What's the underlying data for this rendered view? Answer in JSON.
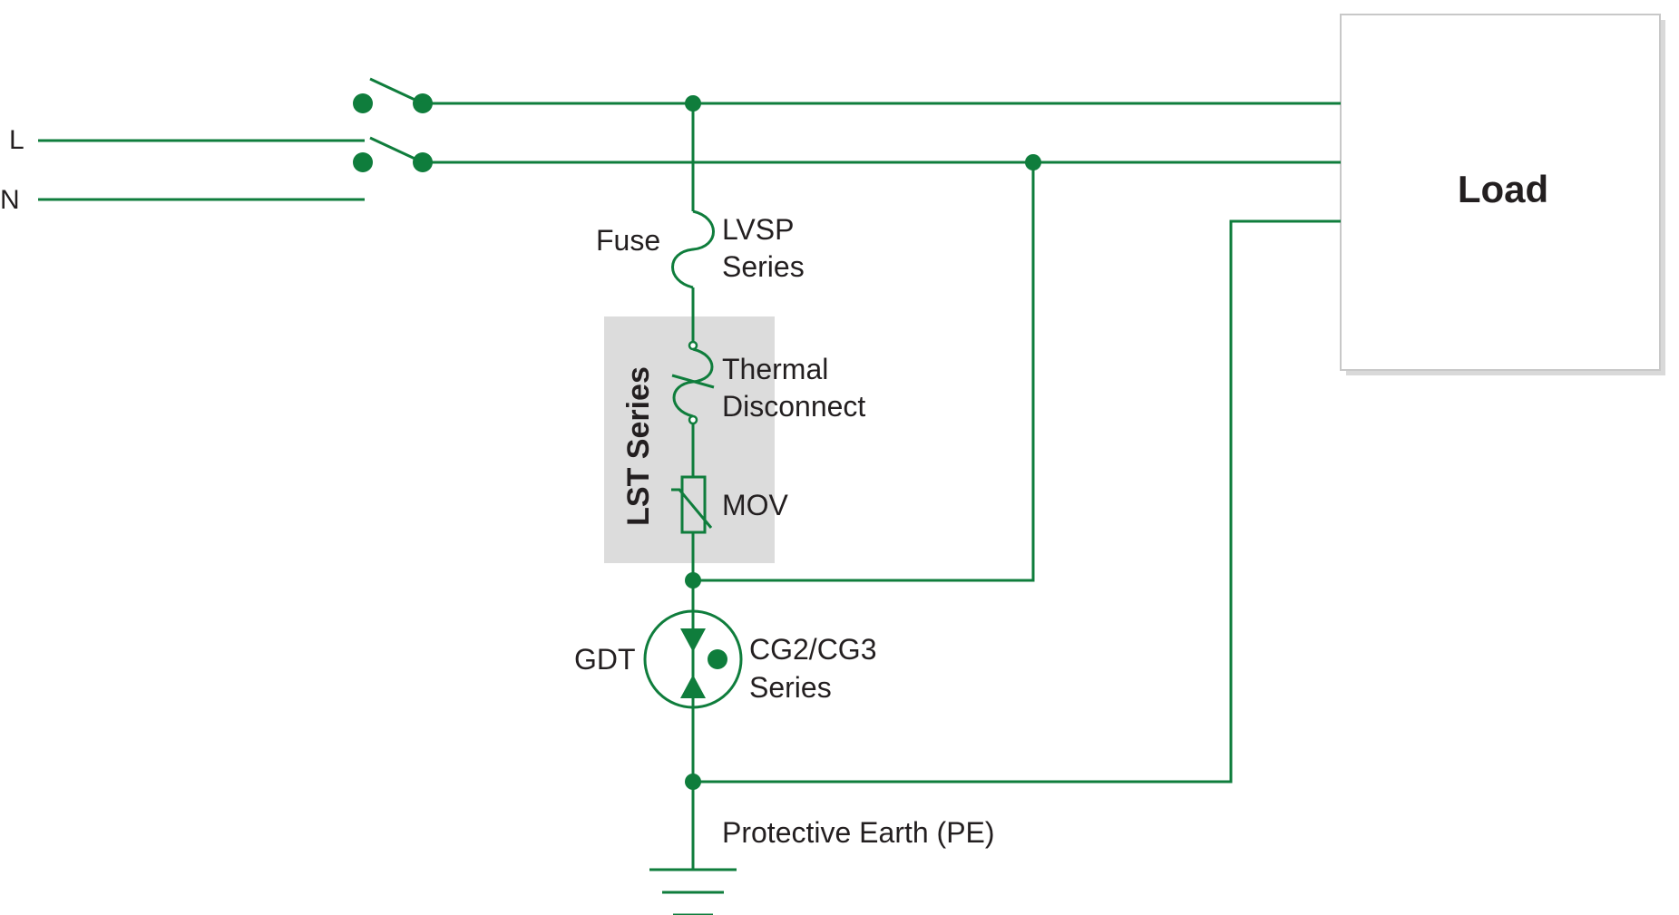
{
  "labels": {
    "line": "L",
    "neutral": "N",
    "fuse": "Fuse",
    "lvsp_line1": "LVSP",
    "lvsp_line2": "Series",
    "lst_series": "LST Series",
    "thermal_line1": "Thermal",
    "thermal_line2": "Disconnect",
    "mov": "MOV",
    "gdt": "GDT",
    "cg_line1": "CG2/CG3",
    "cg_line2": "Series",
    "pe": "Protective Earth (PE)",
    "load": "Load"
  },
  "colors": {
    "wire": "#0f7d3c",
    "text": "#231f20",
    "module_box": "#dcdcdc",
    "load_border": "#c8c8c8"
  }
}
